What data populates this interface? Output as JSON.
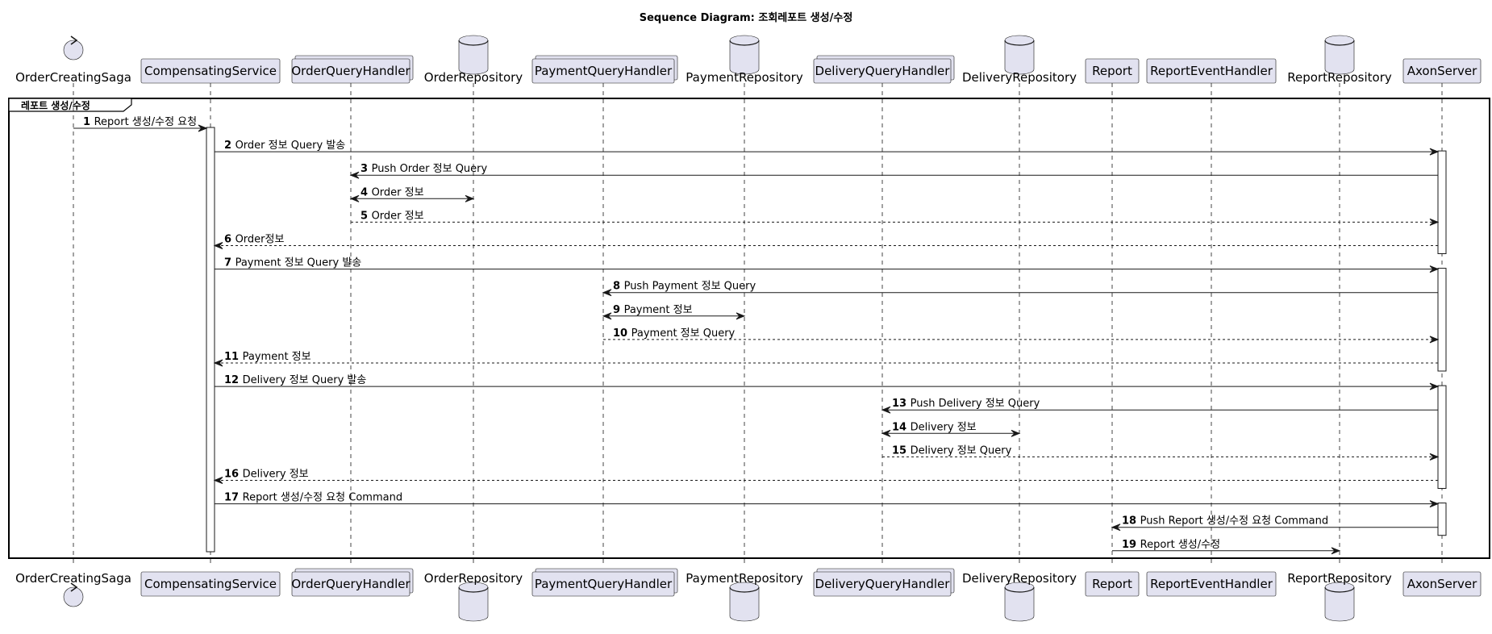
{
  "title": "Sequence Diagram: 조회레포트 생성/수정",
  "frame": {
    "label": "레포트 생성/수정"
  },
  "participants": [
    {
      "id": "saga",
      "name": "OrderCreatingSaga",
      "kind": "control"
    },
    {
      "id": "comp",
      "name": "CompensatingService",
      "kind": "participant"
    },
    {
      "id": "oqh",
      "name": "OrderQueryHandler",
      "kind": "collections"
    },
    {
      "id": "orep",
      "name": "OrderRepository",
      "kind": "database"
    },
    {
      "id": "pqh",
      "name": "PaymentQueryHandler",
      "kind": "collections"
    },
    {
      "id": "prep",
      "name": "PaymentRepository",
      "kind": "database"
    },
    {
      "id": "dqh",
      "name": "DeliveryQueryHandler",
      "kind": "collections"
    },
    {
      "id": "drep",
      "name": "DeliveryRepository",
      "kind": "database"
    },
    {
      "id": "report",
      "name": "Report",
      "kind": "participant"
    },
    {
      "id": "reh",
      "name": "ReportEventHandler",
      "kind": "participant"
    },
    {
      "id": "rrep",
      "name": "ReportRepository",
      "kind": "database"
    },
    {
      "id": "axon",
      "name": "AxonServer",
      "kind": "participant"
    }
  ],
  "messages": [
    {
      "num": "1",
      "text": "Report 생성/수정 요청",
      "from": "saga",
      "to": "comp",
      "style": "solid"
    },
    {
      "num": "2",
      "text": "Order 정보 Query 발송",
      "from": "comp",
      "to": "axon",
      "style": "solid"
    },
    {
      "num": "3",
      "text": "Push Order 정보 Query",
      "from": "axon",
      "to": "oqh",
      "style": "solid"
    },
    {
      "num": "4",
      "text": "Order 정보",
      "from": "oqh",
      "to": "orep",
      "style": "both"
    },
    {
      "num": "5",
      "text": "Order 정보",
      "from": "oqh",
      "to": "axon",
      "style": "dashed"
    },
    {
      "num": "6",
      "text": "Order정보",
      "from": "axon",
      "to": "comp",
      "style": "dashed"
    },
    {
      "num": "7",
      "text": "Payment 정보 Query 발송",
      "from": "comp",
      "to": "axon",
      "style": "solid"
    },
    {
      "num": "8",
      "text": "Push Payment 정보 Query",
      "from": "axon",
      "to": "pqh",
      "style": "solid"
    },
    {
      "num": "9",
      "text": "Payment 정보",
      "from": "pqh",
      "to": "prep",
      "style": "both"
    },
    {
      "num": "10",
      "text": "Payment 정보 Query",
      "from": "pqh",
      "to": "axon",
      "style": "dashed"
    },
    {
      "num": "11",
      "text": "Payment 정보",
      "from": "axon",
      "to": "comp",
      "style": "dashed"
    },
    {
      "num": "12",
      "text": "Delivery 정보 Query 발송",
      "from": "comp",
      "to": "axon",
      "style": "solid"
    },
    {
      "num": "13",
      "text": "Push Delivery 정보 Query",
      "from": "axon",
      "to": "dqh",
      "style": "solid"
    },
    {
      "num": "14",
      "text": "Delivery 정보",
      "from": "dqh",
      "to": "drep",
      "style": "both"
    },
    {
      "num": "15",
      "text": "Delivery 정보 Query",
      "from": "dqh",
      "to": "axon",
      "style": "dashed"
    },
    {
      "num": "16",
      "text": "Delivery 정보",
      "from": "axon",
      "to": "comp",
      "style": "dashed"
    },
    {
      "num": "17",
      "text": "Report 생성/수정 요청 Command",
      "from": "comp",
      "to": "axon",
      "style": "solid"
    },
    {
      "num": "18",
      "text": "Push Report 생성/수정 요청 Command",
      "from": "axon",
      "to": "report",
      "style": "solid"
    },
    {
      "num": "19",
      "text": "Report 생성/수정",
      "from": "report",
      "to": "rrep",
      "style": "solid"
    }
  ],
  "activations": [
    {
      "on": "comp",
      "from_msg": "1",
      "to_msg": "end"
    },
    {
      "on": "axon",
      "from_msg": "2",
      "to_msg": "6"
    },
    {
      "on": "axon",
      "from_msg": "7",
      "to_msg": "11"
    },
    {
      "on": "axon",
      "from_msg": "12",
      "to_msg": "16"
    },
    {
      "on": "axon",
      "from_msg": "17",
      "to_msg": "18"
    }
  ]
}
